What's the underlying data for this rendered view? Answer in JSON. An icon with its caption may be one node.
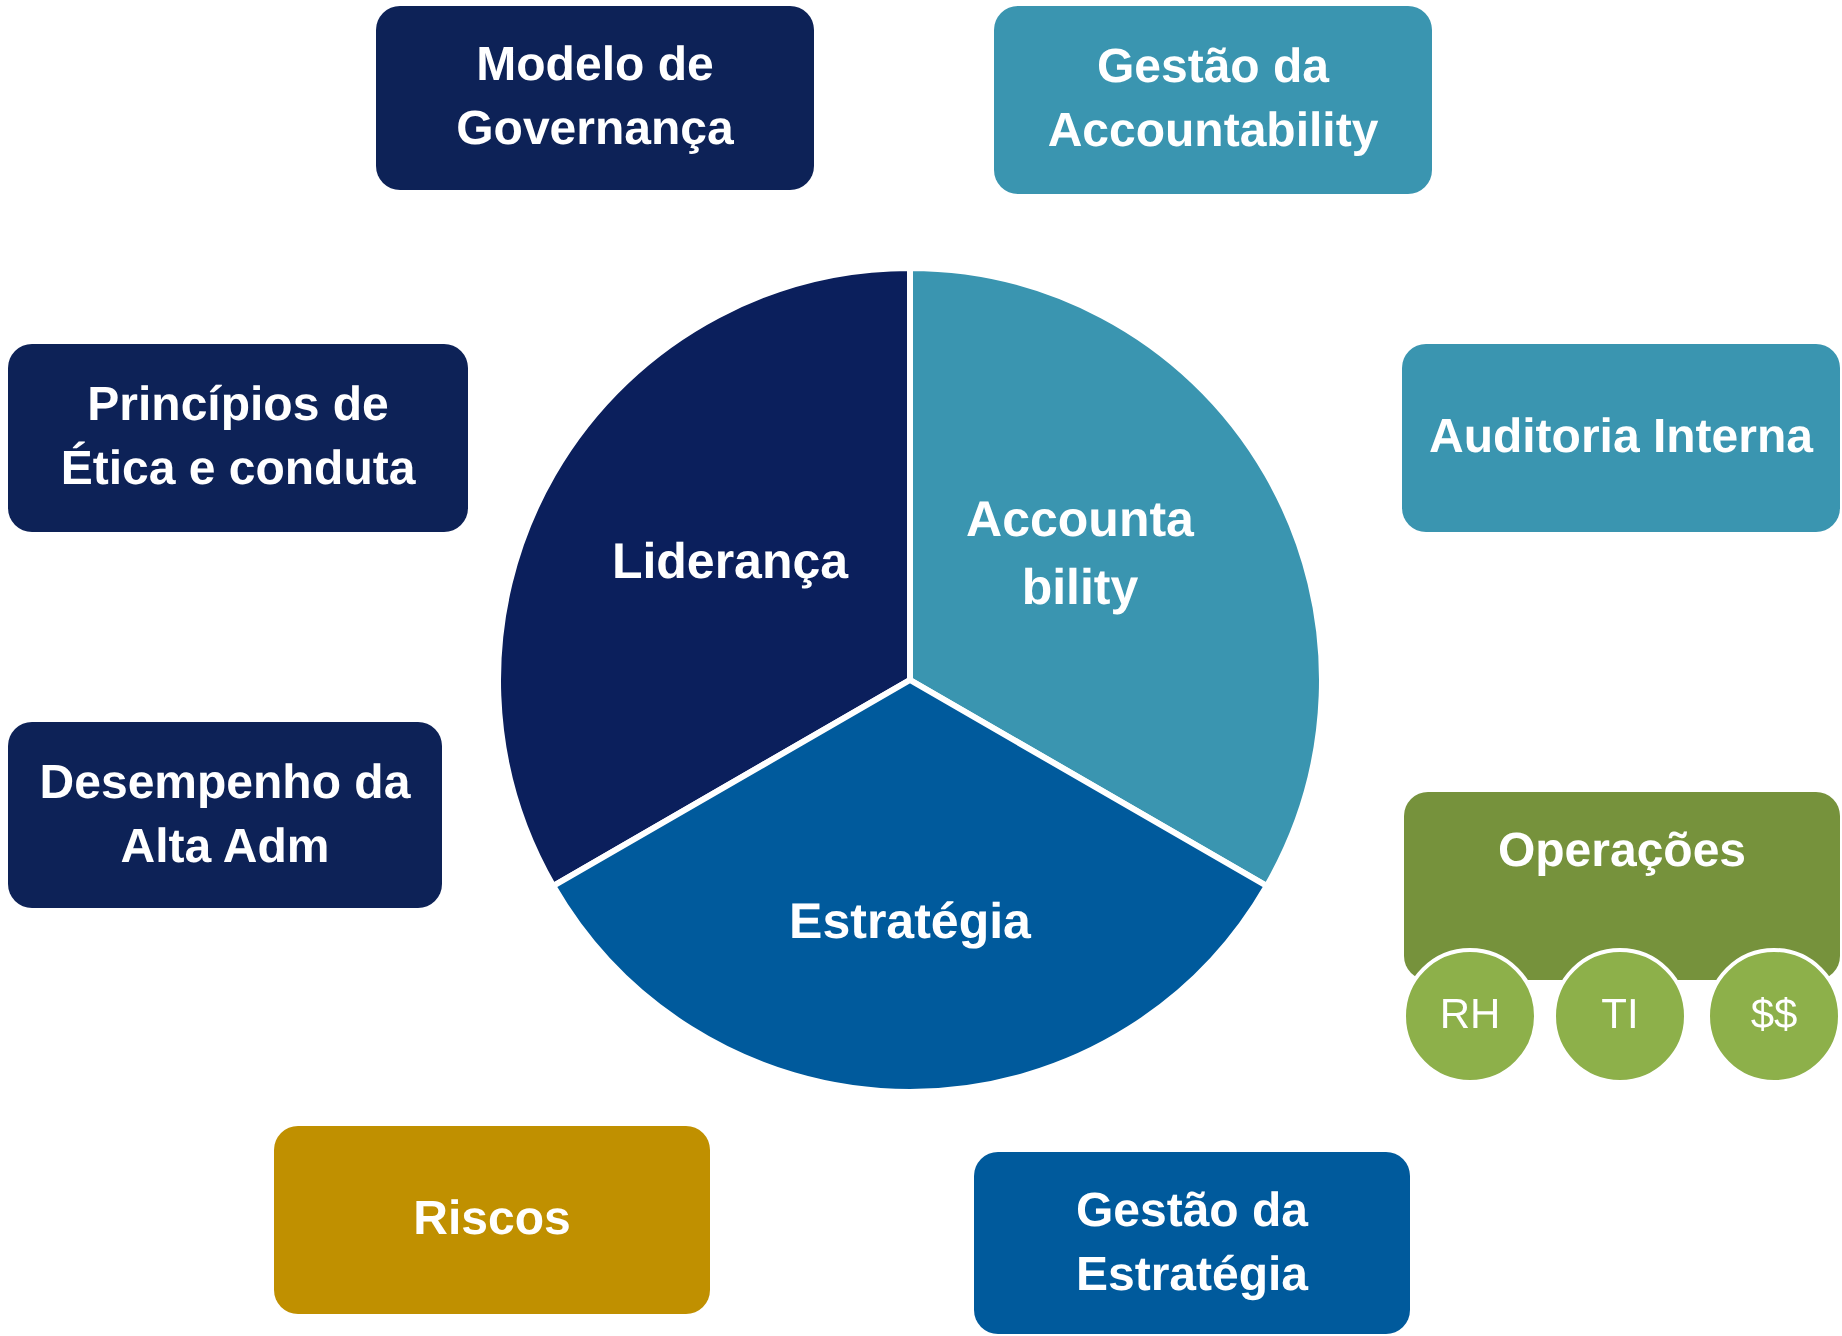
{
  "diagram": {
    "nodes": [
      {
        "text": [
          "Modelo de Governança"
        ]
      },
      {
        "text": [
          "Gestão da Accountability"
        ]
      },
      {
        "text": [
          "Princípios de Ética e conduta"
        ]
      },
      {
        "text": [
          "Liderança"
        ]
      },
      {
        "text": [
          "Auditoria Interna"
        ]
      },
      {
        "text": [
          "Accountability"
        ]
      },
      {
        "text": [
          "Desempenho da Alta Adm"
        ]
      },
      {
        "text": [
          "Operações"
        ]
      },
      {
        "text": [
          "RH"
        ]
      },
      {
        "text": [
          "TI"
        ]
      },
      {
        "text": [
          "$$"
        ]
      },
      {
        "text": [
          "Estratégia"
        ]
      },
      {
        "text": [
          "Riscos"
        ]
      },
      {
        "text": [
          "Gestão da Estratégia"
        ]
      }
    ]
  }
}
